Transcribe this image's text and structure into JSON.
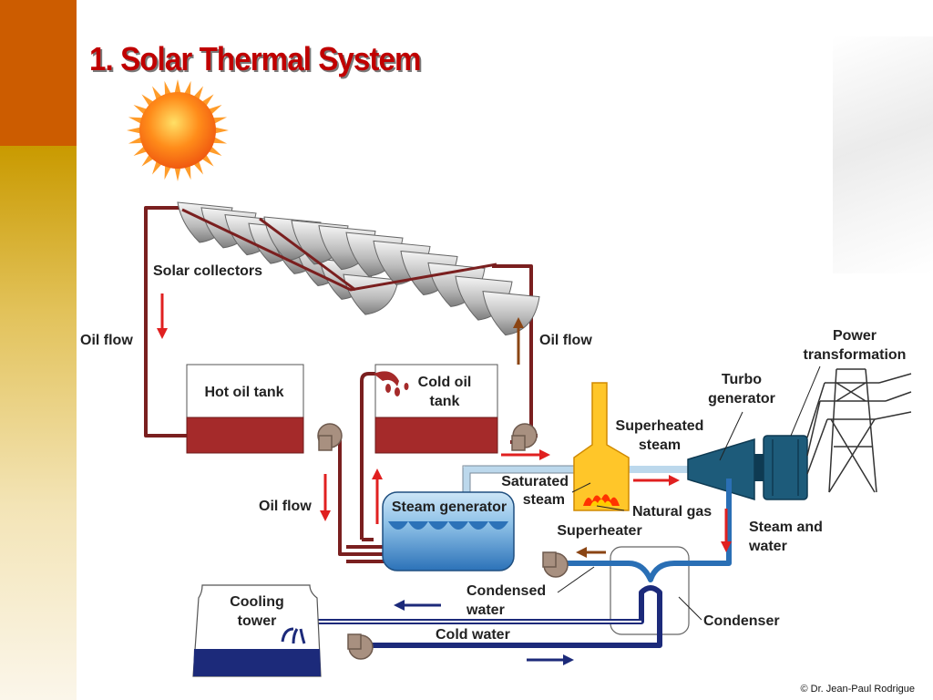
{
  "title": "1. Solar Thermal System",
  "labels": {
    "solar_collectors": "Solar collectors",
    "oil_flow_left": "Oil flow",
    "oil_flow_right": "Oil flow",
    "oil_flow_bottom": "Oil flow",
    "hot_oil_tank": "Hot oil tank",
    "cold_oil_tank_line1": "Cold oil",
    "cold_oil_tank_line2": "tank",
    "steam_generator": "Steam generator",
    "saturated_steam_line1": "Saturated",
    "saturated_steam_line2": "steam",
    "superheated_steam_line1": "Superheated",
    "superheated_steam_line2": "steam",
    "superheater": "Superheater",
    "natural_gas": "Natural gas",
    "turbo_generator_line1": "Turbo",
    "turbo_generator_line2": "generator",
    "power_transformation_line1": "Power",
    "power_transformation_line2": "transformation",
    "steam_and_water_line1": "Steam and",
    "steam_and_water_line2": "water",
    "condenser": "Condenser",
    "condensed_water_line1": "Condensed",
    "condensed_water_line2": "water",
    "cooling_tower_line1": "Cooling",
    "cooling_tower_line2": "tower",
    "cold_water": "Cold water"
  },
  "copyright": "© Dr. Jean-Paul Rodrigue",
  "colors": {
    "accent_orange": "#cc5c00",
    "title_red": "#c00000",
    "oil_pipe": "#7a1f1f",
    "hot_oil": "#a52a2a",
    "water_blue": "#2a6fb5",
    "cold_water_navy": "#1c2a7a",
    "steam_light": "#bcd8ec",
    "turbine_teal": "#1d5b7a",
    "flow_arrow_red": "#e02020",
    "flow_arrow_brown": "#8b4513",
    "sun_orange": "#ff8c1a"
  },
  "icons": [
    "sun-icon",
    "solar-collector-icon",
    "pump-icon",
    "flame-icon",
    "power-tower-icon"
  ]
}
